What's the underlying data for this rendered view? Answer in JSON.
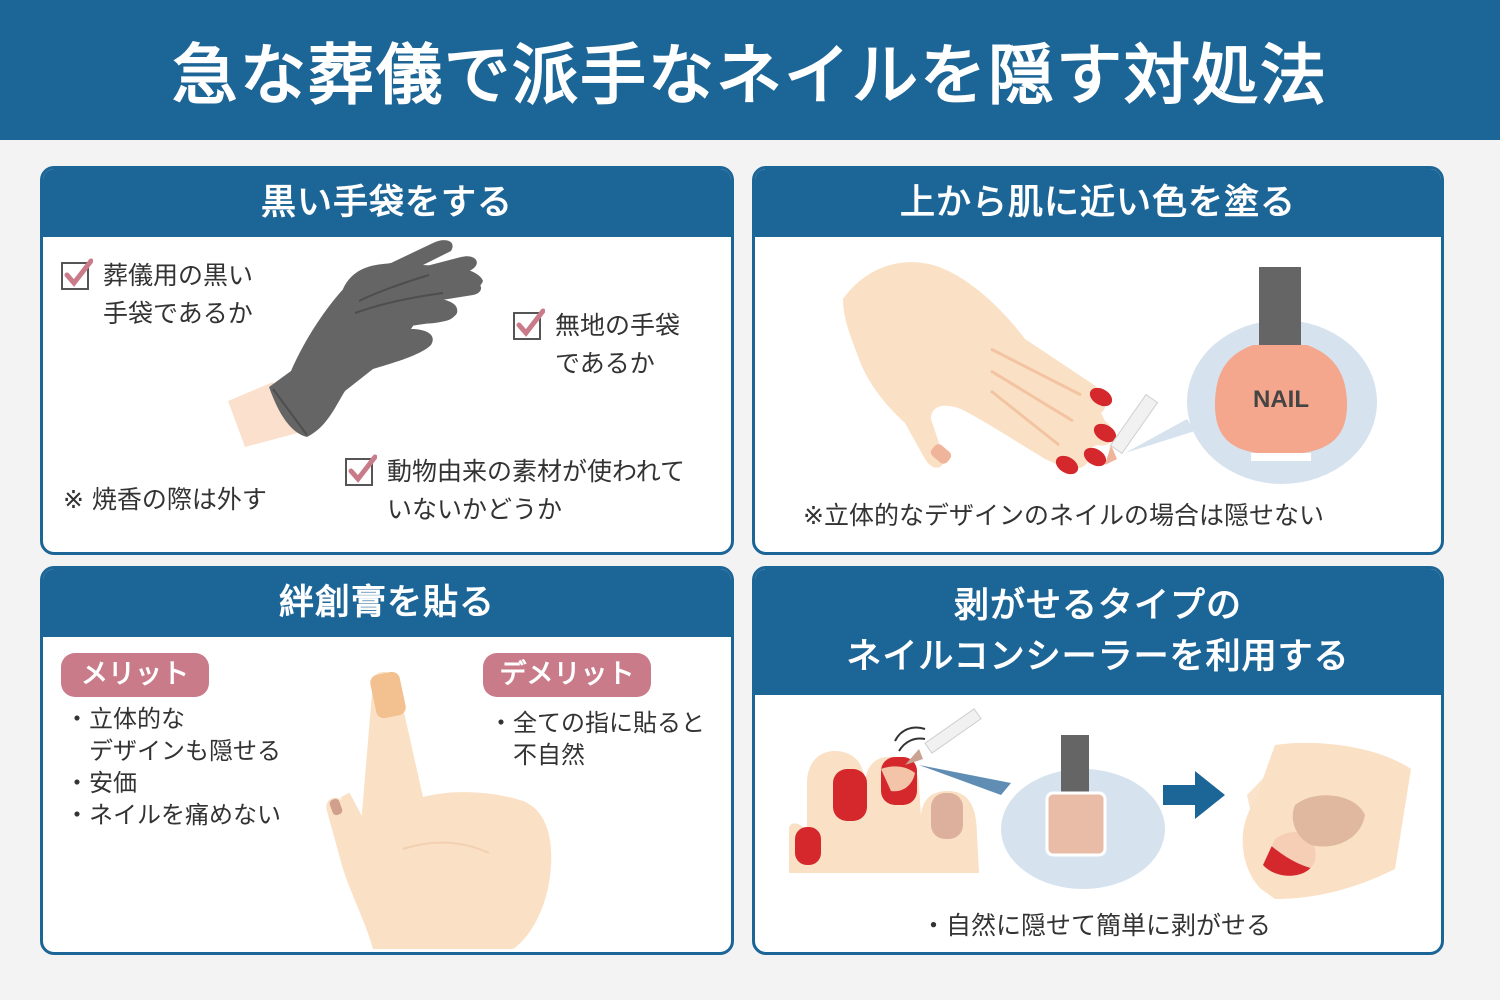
{
  "title": "急な葬儀で派手なネイルを隠す対処法",
  "colors": {
    "primary": "#1c6597",
    "accent_pink": "#c97b8a",
    "nail_red": "#d4282d",
    "skin": "#fae0c4"
  },
  "panels": {
    "gloves": {
      "heading": "黒い手袋をする",
      "check1_line1": "葬儀用の黒い",
      "check1_line2": "手袋であるか",
      "check2_line1": "無地の手袋",
      "check2_line2": "であるか",
      "check3_line1": "動物由来の素材が使われて",
      "check3_line2": "いないかどうか",
      "note": "※ 焼香の際は外す"
    },
    "paint": {
      "heading": "上から肌に近い色を塗る",
      "bottle_label": "NAIL",
      "note": "※立体的なデザインのネイルの場合は隠せない"
    },
    "bandage": {
      "heading": "絆創膏を貼る",
      "merit_label": "メリット",
      "merits": [
        "・立体的な",
        "　デザインも隠せる",
        "・安価",
        "・ネイルを痛めない"
      ],
      "demerit_label": "デメリット",
      "demerits": [
        "・全ての指に貼ると",
        "　不自然"
      ]
    },
    "concealer": {
      "heading_line1": "剥がせるタイプの",
      "heading_line2": "ネイルコンシーラーを利用する",
      "note": "・自然に隠せて簡単に剥がせる"
    }
  }
}
